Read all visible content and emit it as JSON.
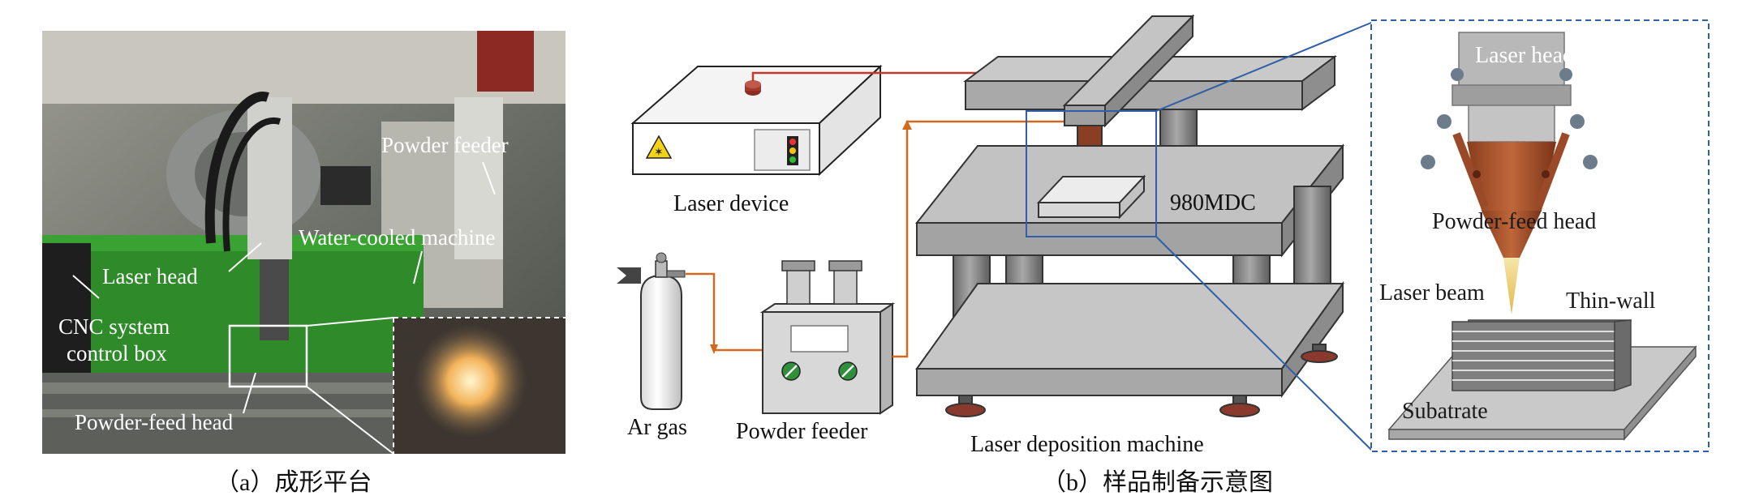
{
  "panel_a": {
    "caption": "（a）成形平台",
    "labels": {
      "powder_feeder": "Powder feeder",
      "water_cooled": "Water-cooled machine",
      "laser_head": "Laser head",
      "cnc_line1": "CNC system",
      "cnc_line2": "control box",
      "powder_feed_head": "Powder-feed head"
    }
  },
  "panel_b": {
    "caption": "（b）样品制备示意图",
    "labels": {
      "laser_device": "Laser device",
      "ar_gas": "Ar gas",
      "powder_feeder": "Powder feeder",
      "machine_model": "980MDC",
      "deposition_machine": "Laser deposition machine"
    },
    "inset": {
      "laser_head": "Laser head",
      "powder_feed_head": "Powder-feed head",
      "laser_beam": "Laser beam",
      "thin_wall": "Thin-wall",
      "substrate": "Subatrate"
    }
  },
  "colors": {
    "laser_line": "#c0392b",
    "gas_line": "#d2691e",
    "inset_frame": "#2f5fa8",
    "machine_gray": "#b5b5b5"
  }
}
